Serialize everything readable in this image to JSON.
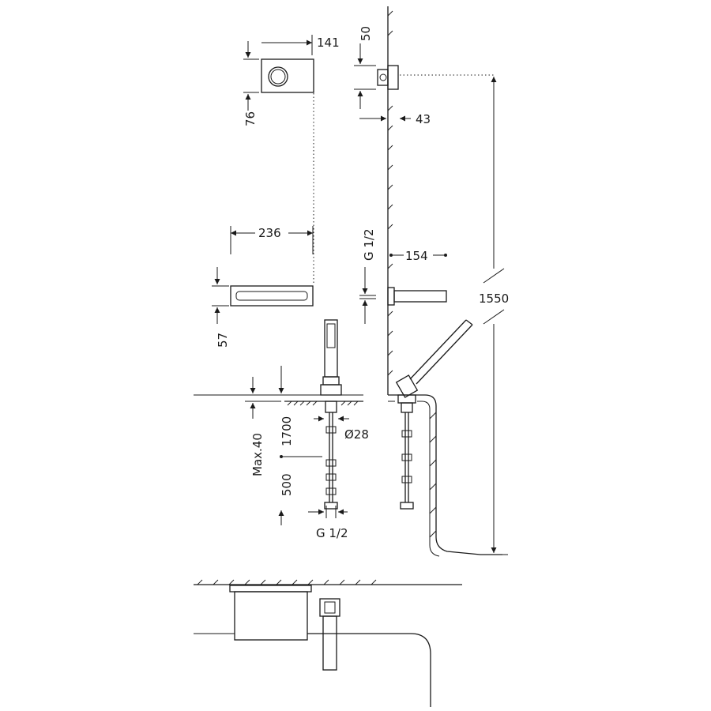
{
  "dimensions": {
    "controller_width": "141",
    "controller_height": "76",
    "controller_depth": "50",
    "controller_projection": "43",
    "spout_width": "236",
    "spout_height": "57",
    "spout_projection": "154",
    "spout_thread": "G 1/2",
    "mixer_height": "1550",
    "deck_thickness": "Max.40",
    "hose_length": "1700",
    "body_diameter": "Ø28",
    "inlet_length": "500",
    "inlet_thread": "G 1/2"
  }
}
